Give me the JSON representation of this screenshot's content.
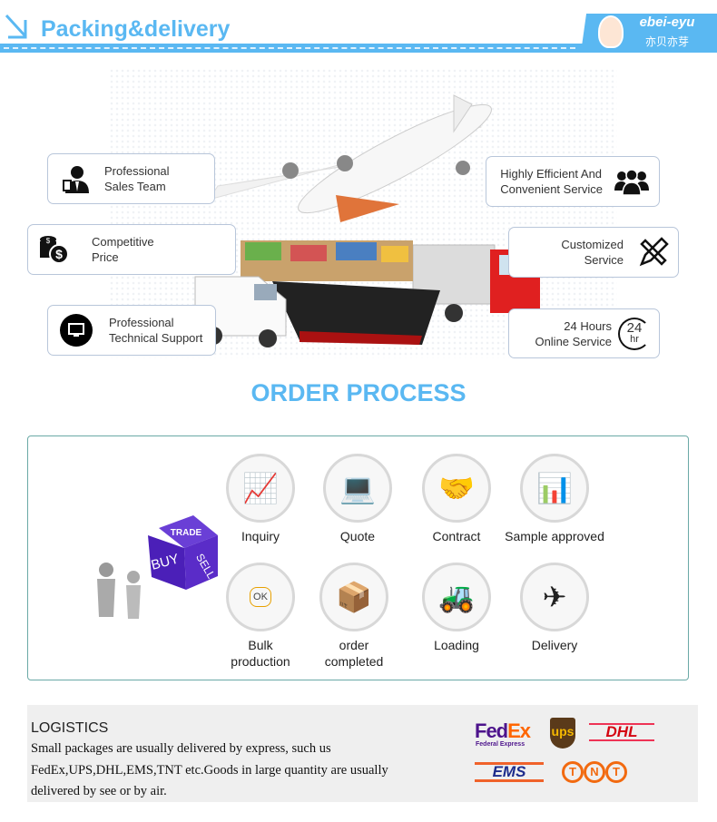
{
  "header": {
    "title": "Packing&delivery",
    "brand_name": "ebei-eyu",
    "brand_name_cn": "亦贝亦芽",
    "accent_color": "#5ab8f2"
  },
  "features": {
    "left": [
      {
        "label_1": "Professional",
        "label_2": "Sales Team",
        "icon": "salesman-icon"
      },
      {
        "label_1": "Competitive",
        "label_2": "Price",
        "icon": "coins-dollar-icon"
      },
      {
        "label_1": "Professional",
        "label_2": "Technical Support",
        "icon": "monitor-icon"
      }
    ],
    "right": [
      {
        "label_1": "Highly Efficient And",
        "label_2": "Convenient Service",
        "icon": "group-icon"
      },
      {
        "label_1": "Customized",
        "label_2": "Service",
        "icon": "pen-ruler-icon"
      },
      {
        "label_1": "24 Hours",
        "label_2": "Online Service",
        "icon": "24-hours-icon",
        "icon_text_1": "24",
        "icon_text_2": "hr"
      }
    ]
  },
  "order": {
    "title": "ORDER PROCESS",
    "cube": {
      "top": "TRADE",
      "left": "BUY",
      "right": "SELL"
    },
    "steps": [
      {
        "label": "Inquiry",
        "icon": "inquiry-icon"
      },
      {
        "label": "Quote",
        "icon": "quote-laptop-icon"
      },
      {
        "label": "Contract",
        "icon": "handshake-icon"
      },
      {
        "label": "Sample approved",
        "icon": "sample-chart-icon"
      },
      {
        "label_1": "Bulk",
        "label_2": "production",
        "icon": "ok-production-icon",
        "badge": "OK"
      },
      {
        "label_1": "order",
        "label_2": "completed",
        "icon": "package-delivery-icon"
      },
      {
        "label": "Loading",
        "icon": "forklift-icon"
      },
      {
        "label": "Delivery",
        "icon": "airplane-icon"
      }
    ]
  },
  "logistics": {
    "heading": "LOGISTICS",
    "line_1": "Small packages are usually delivered by express, such us",
    "line_2": "FedEx,UPS,DHL,EMS,TNT etc.Goods in large quantity are usually",
    "line_3": "delivered by see or by air.",
    "carriers": {
      "fedex": "FedEx",
      "fedex_sub": "Federal Express",
      "ups": "ups",
      "dhl": "DHL",
      "ems": "EMS",
      "tnt": [
        "T",
        "N",
        "T"
      ]
    }
  }
}
